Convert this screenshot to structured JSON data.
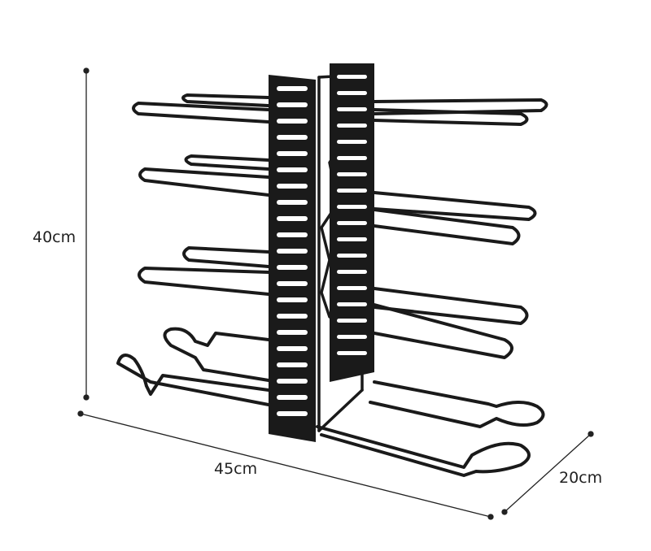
{
  "dimensions": {
    "height_label": "40cm",
    "width_label": "45cm",
    "depth_label": "20cm"
  },
  "colors": {
    "background": "#ffffff",
    "rack": "#1a1a1a",
    "rack_highlight": "#4a4a4a",
    "dimension_line": "#222222"
  }
}
